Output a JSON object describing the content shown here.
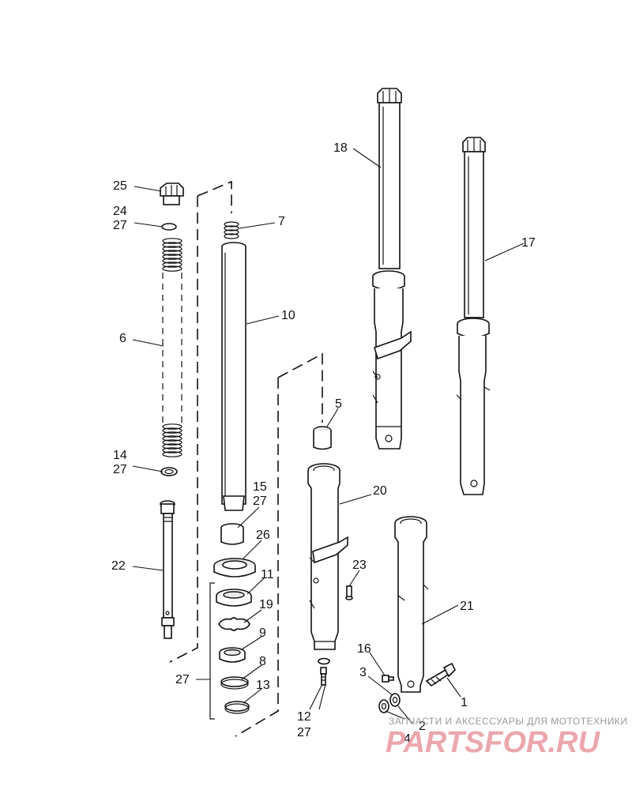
{
  "callouts": {
    "c1": "1",
    "c2": "2",
    "c3": "3",
    "c4": "4",
    "c5": "5",
    "c6": "6",
    "c7": "7",
    "c8": "8",
    "c9": "9",
    "c10": "10",
    "c11": "11",
    "c12": "12",
    "c12b": "27",
    "c13": "13",
    "c14": "14",
    "c14b": "27",
    "c15": "15",
    "c15b": "27",
    "c16": "16",
    "c17": "17",
    "c18": "18",
    "c19": "19",
    "c20": "20",
    "c21": "21",
    "c22": "22",
    "c23": "23",
    "c24": "24",
    "c24b": "27",
    "c25": "25",
    "c26": "26",
    "c27": "27"
  },
  "watermark": {
    "tagline": "ЗАПЧАСТИ И АКСЕССУАРЫ ДЛЯ МОТОТЕХНИКИ",
    "logo": "PARTSFOR.RU"
  }
}
